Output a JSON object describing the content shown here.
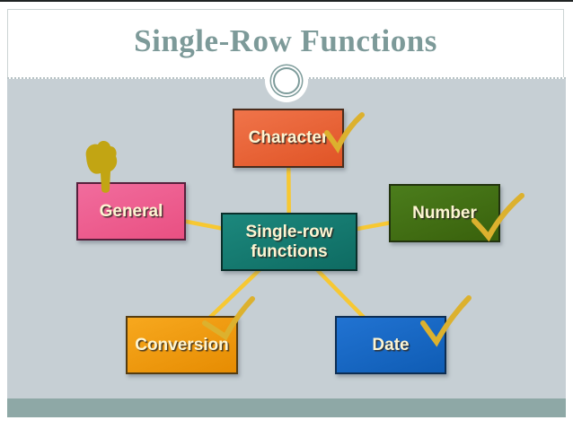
{
  "slide": {
    "title": "Single-Row Functions",
    "title_color": "#7d9a99",
    "background_color": "#ffffff",
    "content_background": "#c6cfd4",
    "footer_band_color": "#8ea8a6",
    "divider_style": "dotted line with double-ring circle ornament"
  },
  "diagram": {
    "center": {
      "label": "Single-row functions",
      "color": "#15807a",
      "shape": "rectangle"
    },
    "nodes": [
      {
        "label": "Character",
        "color": "#e8613c",
        "position": "top",
        "check": true,
        "icon": "check-icon"
      },
      {
        "label": "Number",
        "color": "#426e14",
        "position": "right",
        "check": true,
        "icon": "check-icon"
      },
      {
        "label": "Date",
        "color": "#1568c4",
        "position": "bottom-right",
        "check": true,
        "icon": "check-icon"
      },
      {
        "label": "Conversion",
        "color": "#f09c10",
        "position": "bottom-left",
        "check": true,
        "icon": "check-icon"
      },
      {
        "label": "General",
        "color": "#ee5f8f",
        "position": "left",
        "check": false,
        "icon": "pointing-hand-icon"
      }
    ],
    "connector_color": "#f7c832",
    "check_color": "#dcb12e",
    "hand_color": "#c2a513",
    "node_text_color": "#fdf5d2"
  }
}
